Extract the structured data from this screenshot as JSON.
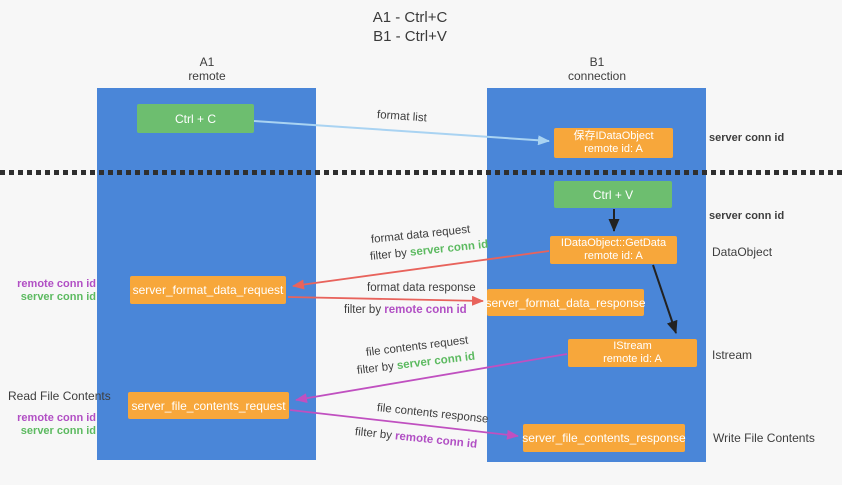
{
  "title": {
    "line1": "A1 - Ctrl+C",
    "line2": "B1 - Ctrl+V"
  },
  "columns": {
    "left": {
      "title": "A1",
      "subtitle": "remote"
    },
    "right": {
      "title": "B1",
      "subtitle": "connection"
    }
  },
  "nodes": {
    "ctrl_c": {
      "label": "Ctrl + C"
    },
    "ctrl_v": {
      "label": "Ctrl + V"
    },
    "save_dataobject": {
      "line1": "保存IDataObject",
      "line2": "remote id: A"
    },
    "getdata": {
      "line1": "IDataObject::GetData",
      "line2": "remote id: A"
    },
    "istream": {
      "line1": "IStream",
      "line2": "remote id: A"
    },
    "format_request": {
      "label": "server_format_data_request"
    },
    "format_response": {
      "label": "server_format_data_response"
    },
    "file_request": {
      "label": "server_file_contents_request"
    },
    "file_response": {
      "label": "server_file_contents_response"
    }
  },
  "arrows": {
    "format_list": {
      "label": "format list"
    },
    "format_data_request": {
      "label": "format data request",
      "filter_prefix": "filter by ",
      "filter_key": "server conn id"
    },
    "format_data_response": {
      "label": "format data response",
      "filter_prefix": "filter by ",
      "filter_key": "remote conn id"
    },
    "file_contents_request": {
      "label": "file contents request",
      "filter_prefix": "filter by ",
      "filter_key": "server conn id"
    },
    "file_contents_response": {
      "label": "file contents response",
      "filter_prefix": "filter by ",
      "filter_key": "remote conn id"
    }
  },
  "side_labels": {
    "right_top_server_conn_id": "server conn id",
    "right_mid_server_conn_id": "server conn id",
    "dataobject": "DataObject",
    "istream": "Istream",
    "write_file_contents": "Write File Contents",
    "read_file_contents": "Read File Contents",
    "left_format_remote_conn_id": "remote conn id",
    "left_format_server_conn_id": "server conn id",
    "left_file_remote_conn_id": "remote conn id",
    "left_file_server_conn_id": "server conn id"
  },
  "colors": {
    "background": "#f7f7f7",
    "column_blue": "#4a86d8",
    "node_green": "#6dbe6f",
    "node_orange": "#f7a73b",
    "arrow_lightblue": "#a9d3f2",
    "arrow_red": "#e8635c",
    "arrow_magenta": "#c050c0",
    "arrow_black": "#222222",
    "text_green": "#5cba60",
    "text_purple": "#b14fc4",
    "text_dark": "#3e3e3e"
  }
}
